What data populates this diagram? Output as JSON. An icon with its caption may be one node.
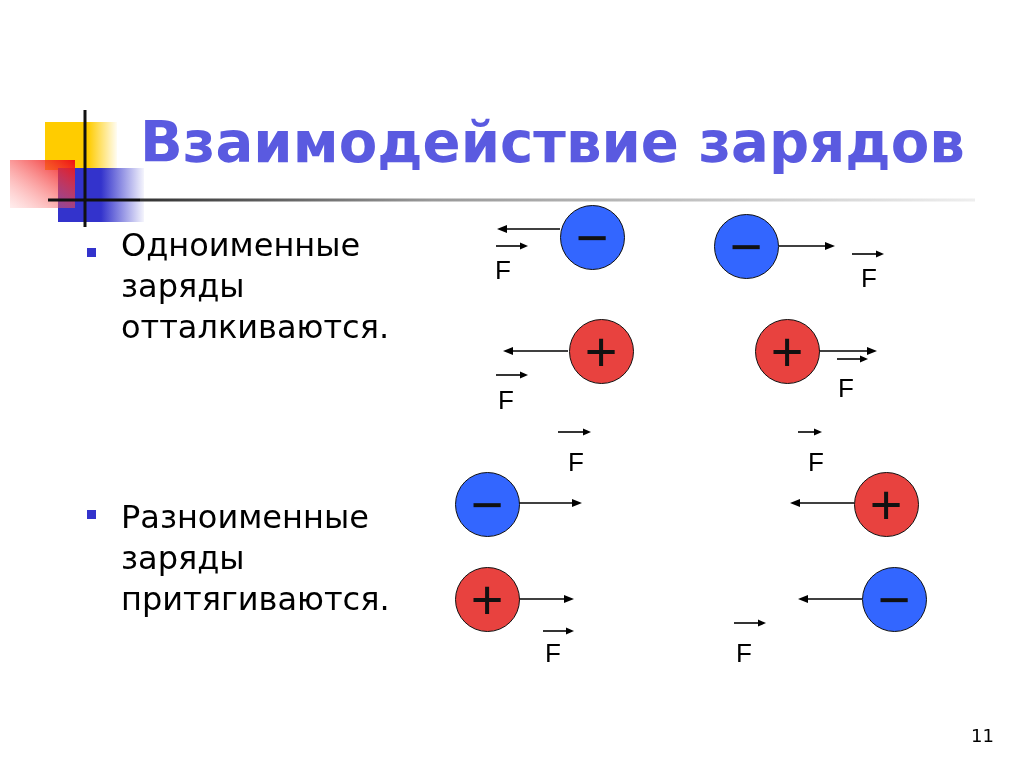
{
  "diagram": {
    "title": "Взаимодействие зарядов",
    "nodes": [
      {
        "text": [
          "−"
        ]
      },
      {
        "text": [
          "−"
        ]
      },
      {
        "text": [
          "+"
        ]
      },
      {
        "text": [
          "+"
        ]
      },
      {
        "text": [
          "−"
        ]
      },
      {
        "text": [
          "+"
        ]
      },
      {
        "text": [
          "+"
        ]
      },
      {
        "text": [
          "−"
        ]
      }
    ],
    "labels": [
      "Одноименные заряды отталкиваются.",
      "Разноименные заряды притягиваются.",
      "F",
      "F",
      "F",
      "F",
      "F",
      "F",
      "F",
      "F",
      "11"
    ]
  }
}
